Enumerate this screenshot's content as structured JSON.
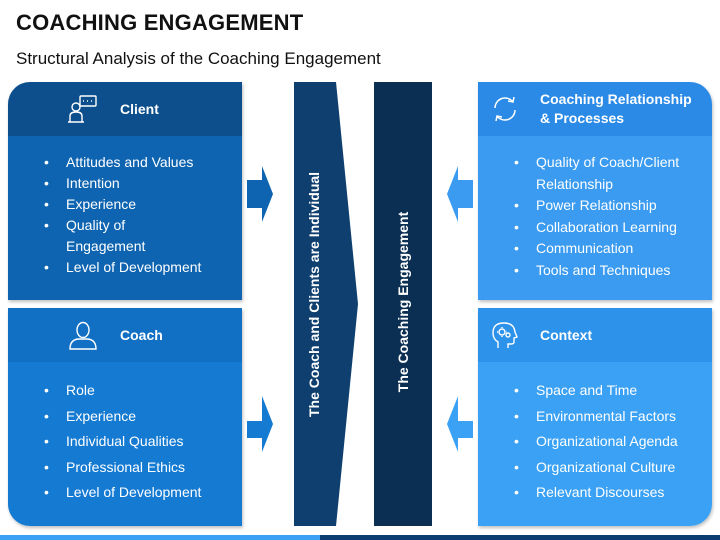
{
  "title": "COACHING ENGAGEMENT",
  "subtitle": "Structural Analysis of the Coaching Engagement",
  "center": {
    "arrow_text": "The Coach and Clients are Individual",
    "bar_text": "The Coaching Engagement"
  },
  "boxes": {
    "client": {
      "label": "Client",
      "icon": "presenter-icon",
      "items": [
        "Attitudes and Values",
        "Intention",
        "Experience",
        "Quality of Engagement",
        "Level of Development"
      ]
    },
    "coach": {
      "label": "Coach",
      "icon": "person-icon",
      "items": [
        "Role",
        "Experience",
        "Individual Qualities",
        "Professional Ethics",
        "Level of Development"
      ]
    },
    "crp": {
      "label_line1": "Coaching Relationship",
      "label_line2": "& Processes",
      "icon": "refresh-cycle-icon",
      "items": [
        "Quality of Coach/Client Relationship",
        "Power Relationship",
        "Collaboration Learning",
        "Communication",
        "Tools and Techniques"
      ]
    },
    "context": {
      "label": "Context",
      "icon": "head-gears-icon",
      "items": [
        "Space and Time",
        "Environmental Factors",
        "Organizational Agenda",
        "Organizational Culture",
        "Relevant Discourses"
      ]
    }
  },
  "colors": {
    "dark_navy": "#0b2f52",
    "navy": "#0e3f6e",
    "arrow_blue": "#0e64b0",
    "light_arrow": "#3a9bf0"
  }
}
